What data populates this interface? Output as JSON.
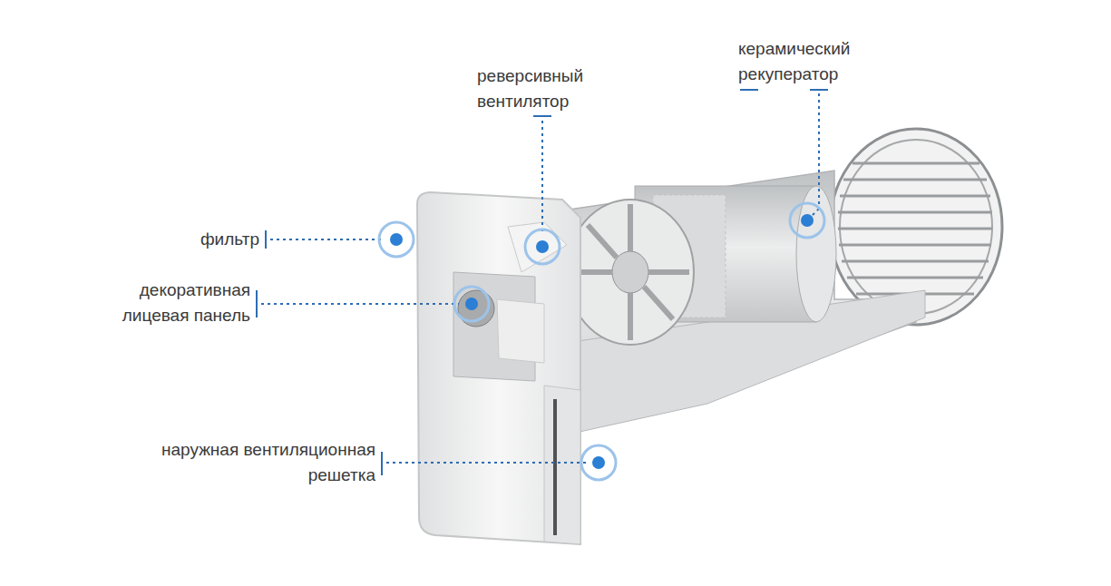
{
  "diagram": {
    "labels": [
      "керамический рекуператор",
      "реверсивный вентилятор",
      "фильтр",
      "декоративная лицевая панель",
      "наружная вентиляционная решетка"
    ]
  }
}
